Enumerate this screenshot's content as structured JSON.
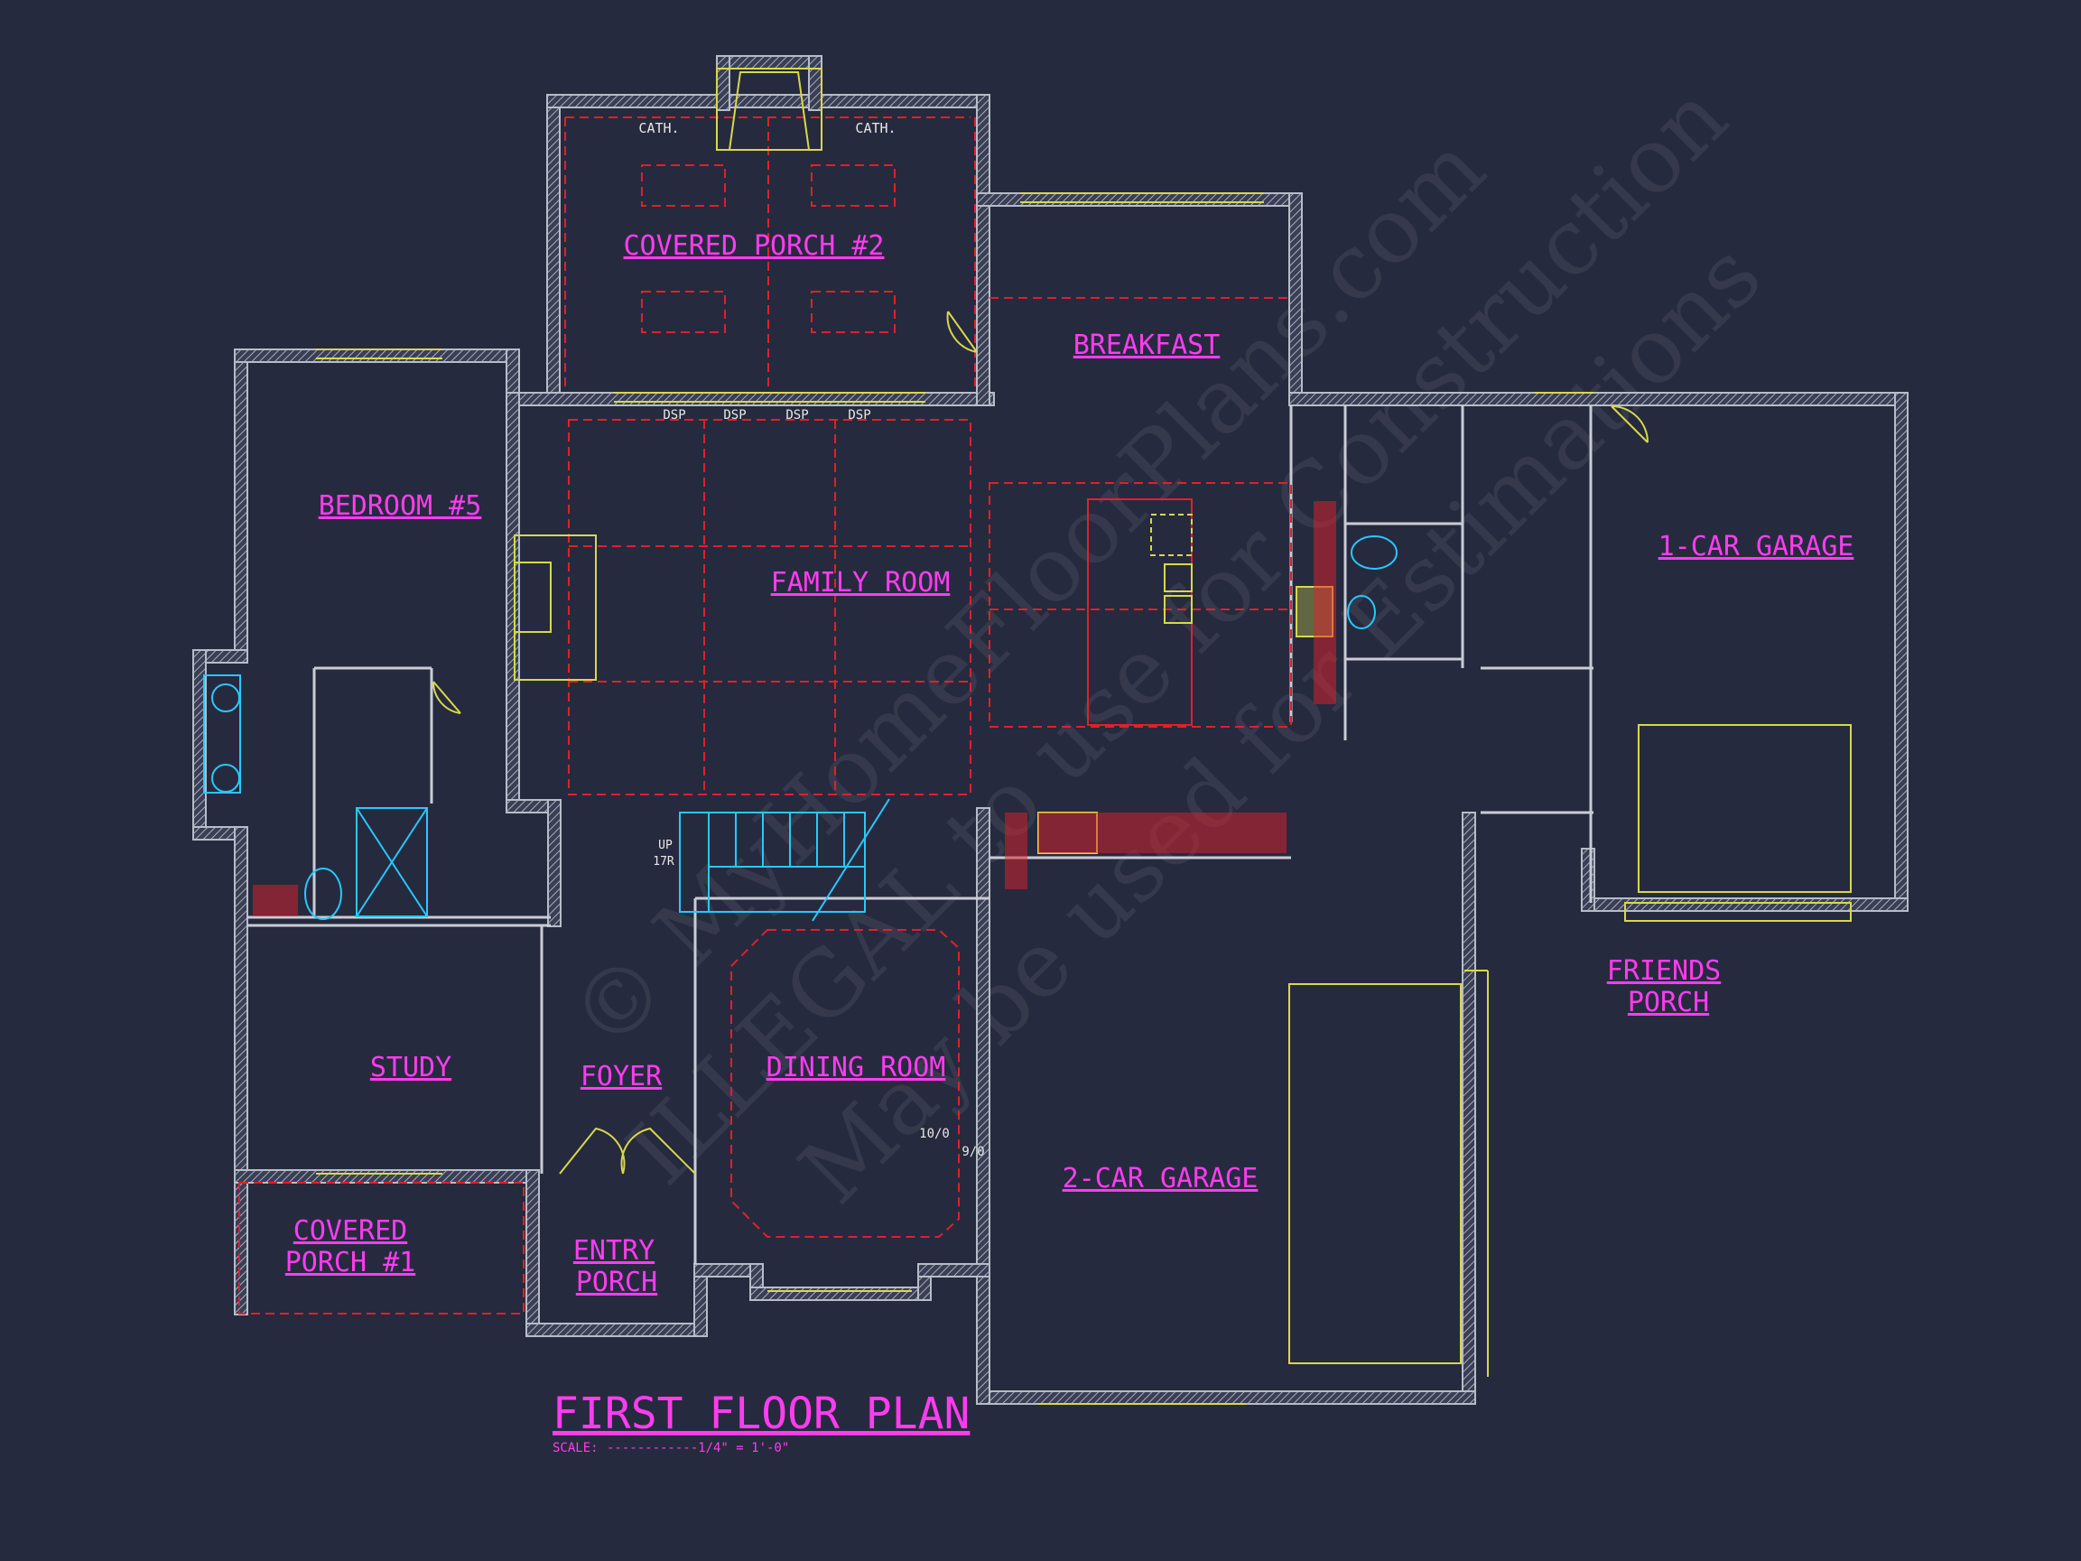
{
  "title": "FIRST FLOOR PLAN",
  "scale_prefix": "SCALE:",
  "scale": "------------1/4\" = 1'-0\"",
  "watermark_line1": "© MyHomeFloorPlans.com",
  "watermark_line2": "ILLEGAL to use for Construction",
  "watermark_line3": "May be used for Estimations",
  "rooms": {
    "covered_porch_2": "COVERED PORCH #2",
    "breakfast": "BREAKFAST",
    "bedroom_5": "BEDROOM #5",
    "family_room": "FAMILY ROOM",
    "one_car_garage": "1-CAR GARAGE",
    "study": "STUDY",
    "foyer": "FOYER",
    "dining_room": "DINING ROOM",
    "two_car_garage": "2-CAR GARAGE",
    "friends_porch_line1": "FRIENDS",
    "friends_porch_line2": "PORCH",
    "covered_porch_1_line1": "COVERED",
    "covered_porch_1_line2": "PORCH #1",
    "entry_porch_line1": "ENTRY",
    "entry_porch_line2": "PORCH"
  },
  "notes": {
    "cath_left": "CATH.",
    "cath_right": "CATH.",
    "dsp": "DSP",
    "stair_up": "UP",
    "stair_risers": "17R",
    "ceiling_1010": "10/0",
    "ceiling_90": "9/0"
  },
  "colors": {
    "background": "#262a3e",
    "wall": "#9aa0ad",
    "room_label": "#ff3cf0",
    "fixture": "#d8d84a",
    "dashed_line": "#e0202a",
    "plumbing": "#28c8ff"
  }
}
